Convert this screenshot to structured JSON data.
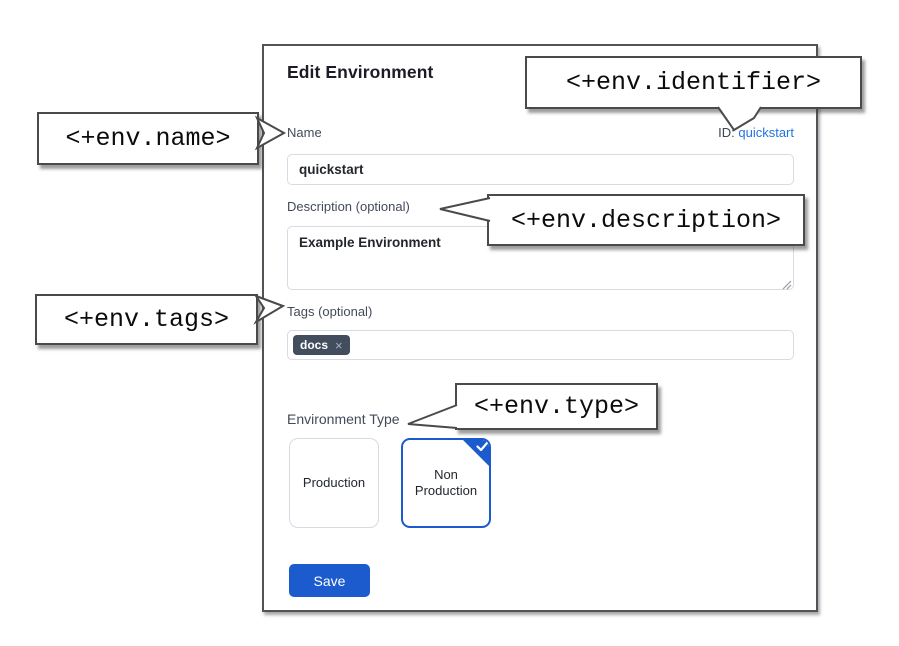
{
  "dialog": {
    "title": "Edit Environment",
    "name": {
      "label": "Name",
      "value": "quickstart"
    },
    "identifier": {
      "label": "ID:",
      "value": "quickstart"
    },
    "description": {
      "label": "Description (optional)",
      "value": "Example Environment"
    },
    "tags": {
      "label": "Tags (optional)",
      "items": [
        {
          "label": "docs",
          "remove": "×"
        }
      ]
    },
    "type": {
      "label": "Environment Type",
      "options": [
        {
          "label": "Production",
          "selected": false
        },
        {
          "label": "Non Production",
          "selected": true
        }
      ]
    },
    "save_label": "Save"
  },
  "callouts": {
    "identifier": "<+env.identifier>",
    "name": "<+env.name>",
    "description": "<+env.description>",
    "tags": "<+env.tags>",
    "type": "<+env.type>"
  },
  "colors": {
    "primary_blue": "#1b5bce",
    "link_blue": "#2373e1",
    "chip_bg": "#424d5e",
    "callout_border": "#4a4a4a",
    "input_border": "#d9dbe4"
  }
}
